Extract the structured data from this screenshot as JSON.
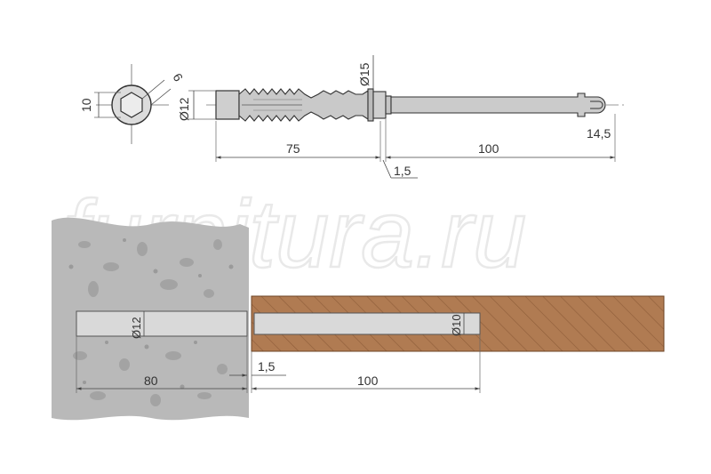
{
  "watermark": "furnitura.ru",
  "colors": {
    "concrete": "#b7b7b7",
    "wood": "#b07b52",
    "anchor_fill": "#c9c9c9",
    "hole_fill": "#d6d6d6",
    "line": "#555555"
  },
  "top_view": {
    "end_height": "10",
    "hex_size": "6",
    "shaft_diameter": "Ø12",
    "collar_diameter": "Ø15",
    "length_anchor": "75",
    "length_pin": "100",
    "collar_thickness": "1,5",
    "end_radius": "14,5"
  },
  "install_view": {
    "hole_wall_diameter": "Ø12",
    "hole_wood_diameter": "Ø10",
    "depth_wall": "80",
    "gap": "1,5",
    "depth_wood": "100"
  }
}
